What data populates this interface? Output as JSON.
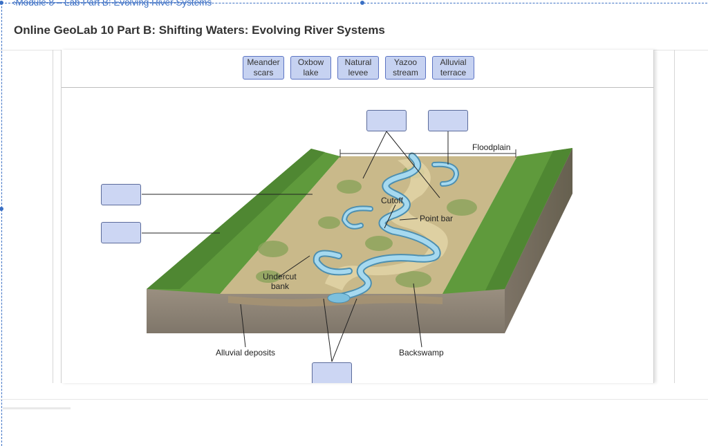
{
  "header": {
    "back_link": "‹Module 8 – Lab Part B: Evolving River Systems",
    "title": "Online GeoLab 10 Part B: Shifting Waters: Evolving River Systems"
  },
  "word_bank": [
    {
      "line1": "Meander",
      "line2": "scars"
    },
    {
      "line1": "Oxbow",
      "line2": "lake"
    },
    {
      "line1": "Natural",
      "line2": "levee"
    },
    {
      "line1": "Yazoo",
      "line2": "stream"
    },
    {
      "line1": "Alluvial",
      "line2": "terrace"
    }
  ],
  "diagram": {
    "labels": {
      "floodplain": "Floodplain",
      "cutoff": "Cutoff",
      "point_bar": "Point bar",
      "undercut_line1": "Undercut",
      "undercut_line2": "bank",
      "alluvial_deposits": "Alluvial deposits",
      "backswamp": "Backswamp"
    },
    "colors": {
      "valley_floor": "#c9b98a",
      "hills": "#5f9a3c",
      "soil": "#8c8274",
      "water": "#8fcbe6",
      "drop_zone": "#ccd6f3"
    }
  }
}
